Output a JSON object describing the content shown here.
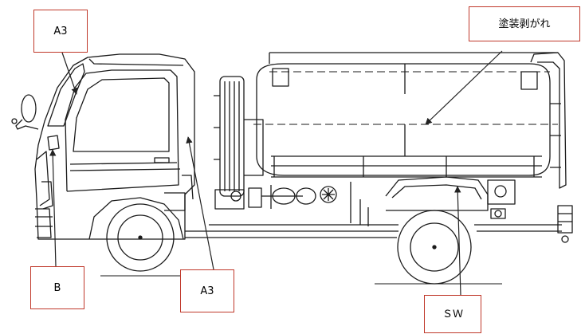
{
  "callouts": {
    "a3_top": "A3",
    "paint": "塗装剥がれ",
    "b": "B",
    "a3_bottom": "A3",
    "sw": "ＳＷ"
  },
  "colors": {
    "line": "#1a1a1a",
    "callout_border": "#c0392b",
    "arrow": "#222222"
  }
}
